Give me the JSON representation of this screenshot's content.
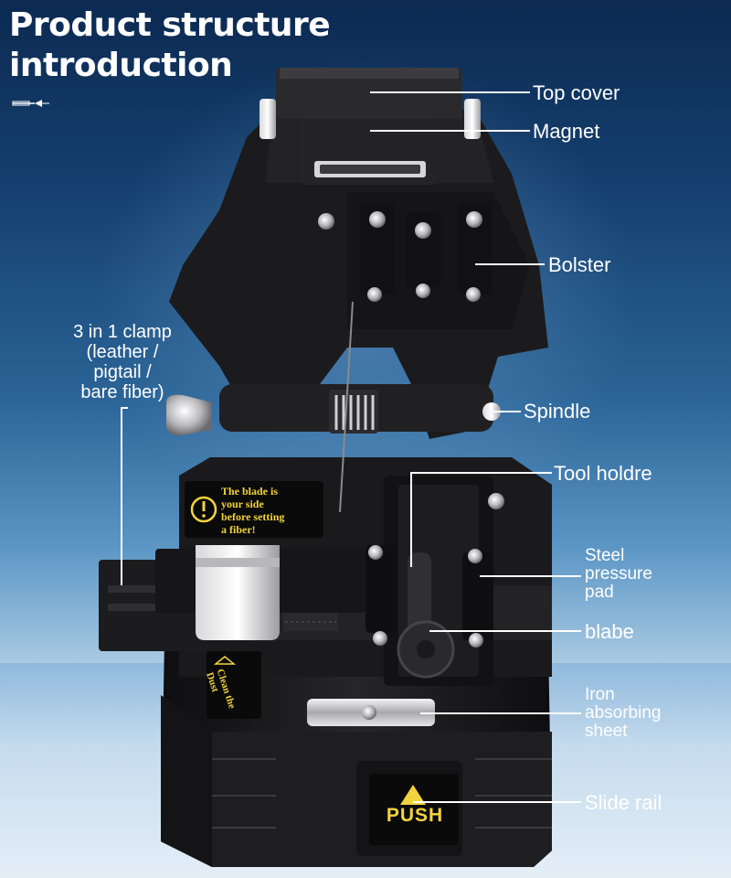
{
  "title": {
    "line1": "Product structure",
    "line2": "introduction"
  },
  "labels": {
    "top_cover": "Top cover",
    "magnet": "Magnet",
    "bolster": "Bolster",
    "clamp": "3 in 1 clamp\n(leather /\npigtail /\nbare fiber)",
    "spindle": "Spindle",
    "tool_holder": "Tool holdre",
    "steel_pressure_pad": "Steel\npressure\npad",
    "blade": "blabe",
    "iron_absorbing_sheet": "Iron\nabsorbing\nsheet",
    "slide_rail": "Slide rail"
  },
  "device_text": {
    "warning": "The blade is\nyour side\nbefore setting\na fiber!",
    "clean": "Clean the\nDust",
    "push": "PUSH"
  },
  "colors": {
    "body": "#1c1c1e",
    "accent_yellow": "#f3d33c",
    "label_white": "#ffffff"
  },
  "icons": {
    "title_decoration": "pen-icon",
    "warning": "exclamation-circle-icon",
    "push": "triangle-up-icon"
  }
}
